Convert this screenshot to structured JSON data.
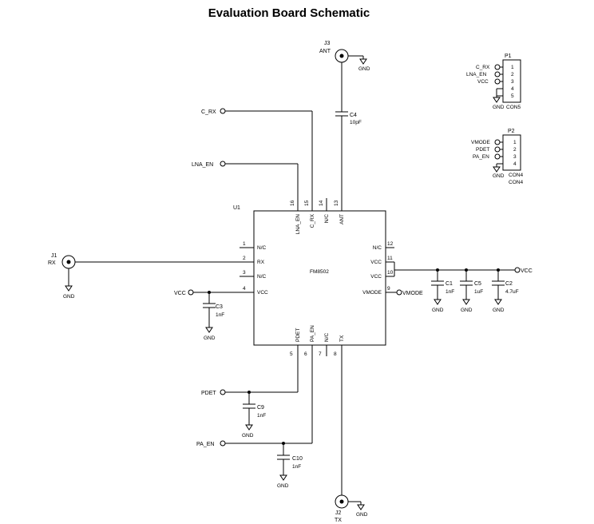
{
  "title": "Evaluation Board Schematic",
  "ic": {
    "ref": "U1",
    "part": "FM8502",
    "pins_left": [
      {
        "num": "1",
        "name": "N/C"
      },
      {
        "num": "2",
        "name": "RX"
      },
      {
        "num": "3",
        "name": "N/C"
      },
      {
        "num": "4",
        "name": "VCC"
      }
    ],
    "pins_top": [
      {
        "num": "16",
        "name": "LNA_EN"
      },
      {
        "num": "15",
        "name": "C_RX"
      },
      {
        "num": "14",
        "name": "N/C"
      },
      {
        "num": "13",
        "name": "ANT"
      }
    ],
    "pins_right": [
      {
        "num": "12",
        "name": "N/C"
      },
      {
        "num": "11",
        "name": "VCC"
      },
      {
        "num": "10",
        "name": "VCC"
      },
      {
        "num": "9",
        "name": "VMODE"
      }
    ],
    "pins_bottom": [
      {
        "num": "5",
        "name": "PDET"
      },
      {
        "num": "6",
        "name": "PA_EN"
      },
      {
        "num": "7",
        "name": "N/C"
      },
      {
        "num": "8",
        "name": "TX"
      }
    ]
  },
  "nets": {
    "c_rx": "C_RX",
    "lna_en": "LNA_EN",
    "vcc_left": "VCC",
    "vcc_right": "VCC",
    "vmode": "VMODE",
    "pdet": "PDET",
    "pa_en": "PA_EN"
  },
  "connectors": {
    "j1": {
      "ref": "J1",
      "name": "RX"
    },
    "j2": {
      "ref": "J2",
      "name": "TX"
    },
    "j3": {
      "ref": "J3",
      "name": "ANT"
    }
  },
  "capacitors": {
    "c4": {
      "ref": "C4",
      "value": "10pF"
    },
    "c3": {
      "ref": "C3",
      "value": "1nF"
    },
    "c1": {
      "ref": "C1",
      "value": "1nF"
    },
    "c5": {
      "ref": "C5",
      "value": "1uF"
    },
    "c2": {
      "ref": "C2",
      "value": "4.7uF"
    },
    "c9": {
      "ref": "C9",
      "value": "1nF"
    },
    "c10": {
      "ref": "C10",
      "value": "1nF"
    }
  },
  "gnd_label": "GND",
  "header_p1": {
    "ref": "P1",
    "part": "CON5",
    "pins": [
      "1",
      "2",
      "3",
      "4",
      "5"
    ],
    "nets": [
      "C_RX",
      "LNA_EN",
      "VCC"
    ],
    "gnd": "GND"
  },
  "header_p2": {
    "ref": "P2",
    "part": "CON4",
    "part2": "CON4",
    "pins": [
      "1",
      "2",
      "3",
      "4"
    ],
    "nets": [
      "VMODE",
      "PDET",
      "PA_EN"
    ],
    "gnd": "GND"
  }
}
